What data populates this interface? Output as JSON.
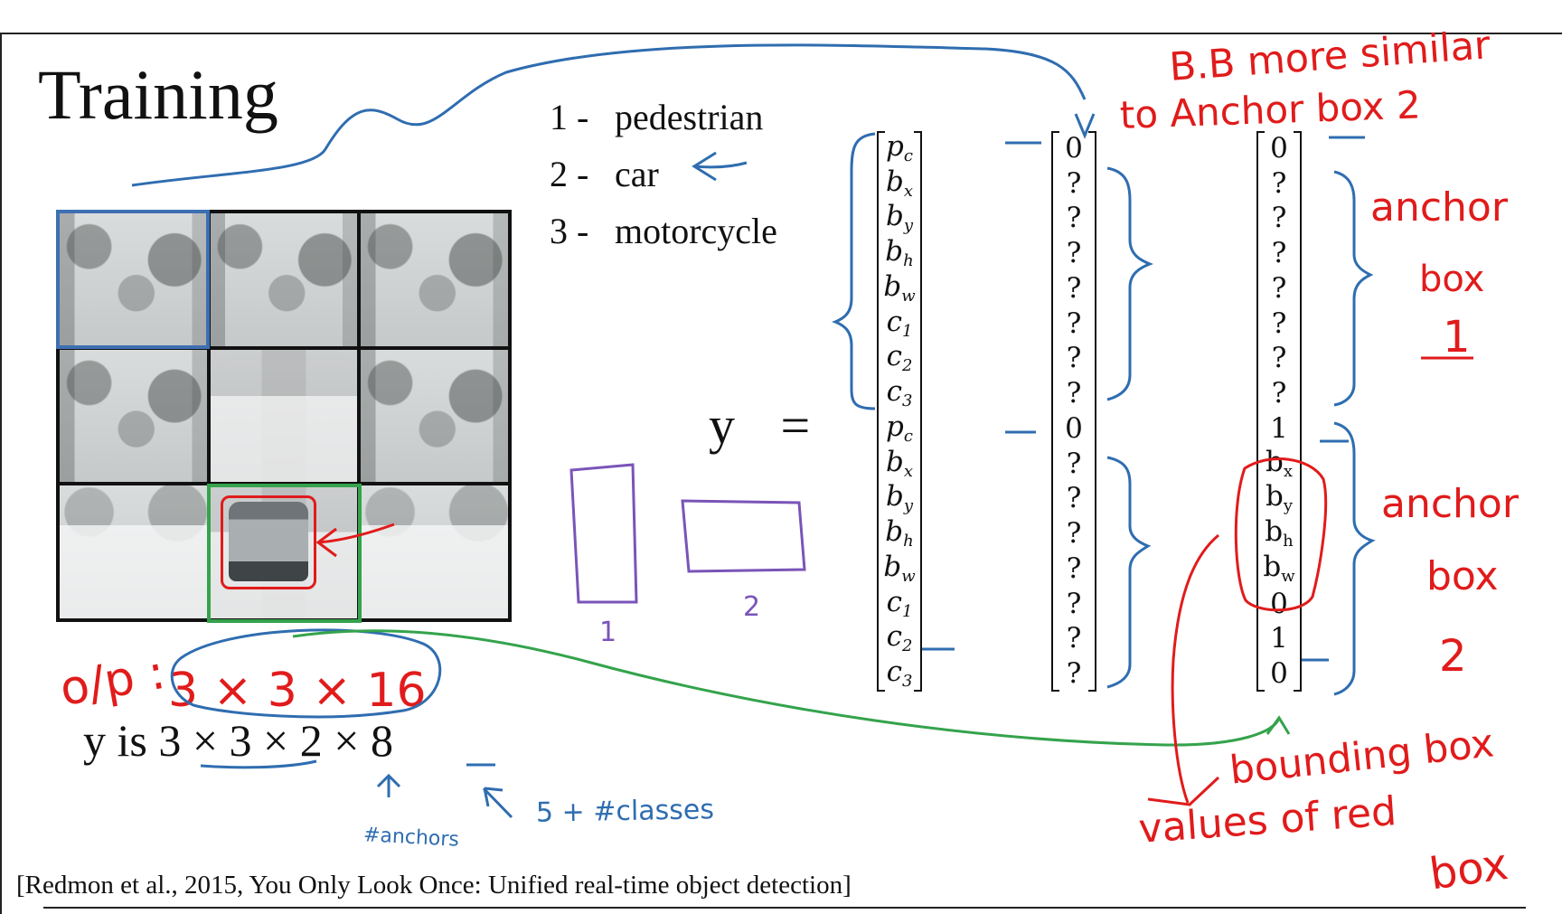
{
  "slide": {
    "title": "Training",
    "classes": [
      {
        "num": "1 -",
        "label": "pedestrian"
      },
      {
        "num": "2 -",
        "label": "car"
      },
      {
        "num": "3 -",
        "label": "motorcycle"
      }
    ],
    "equation": "y  =",
    "y_statement": "y  is 3 × 3 × 2 × 8",
    "citation": "[Redmon et al., 2015, You Only Look Once: Unified real-time object detection]"
  },
  "vectors": {
    "labels": [
      {
        "main": "p",
        "sub": "c"
      },
      {
        "main": "b",
        "sub": "x"
      },
      {
        "main": "b",
        "sub": "y"
      },
      {
        "main": "b",
        "sub": "h"
      },
      {
        "main": "b",
        "sub": "w"
      },
      {
        "main": "c",
        "sub": "1"
      },
      {
        "main": "c",
        "sub": "2"
      },
      {
        "main": "c",
        "sub": "3"
      },
      {
        "main": "p",
        "sub": "c"
      },
      {
        "main": "b",
        "sub": "x"
      },
      {
        "main": "b",
        "sub": "y"
      },
      {
        "main": "b",
        "sub": "h"
      },
      {
        "main": "b",
        "sub": "w"
      },
      {
        "main": "c",
        "sub": "1"
      },
      {
        "main": "c",
        "sub": "2"
      },
      {
        "main": "c",
        "sub": "3"
      }
    ],
    "middle": [
      "0",
      "?",
      "?",
      "?",
      "?",
      "?",
      "?",
      "?",
      "0",
      "?",
      "?",
      "?",
      "?",
      "?",
      "?",
      "?"
    ],
    "right": [
      {
        "main": "0",
        "sub": ""
      },
      {
        "main": "?",
        "sub": ""
      },
      {
        "main": "?",
        "sub": ""
      },
      {
        "main": "?",
        "sub": ""
      },
      {
        "main": "?",
        "sub": ""
      },
      {
        "main": "?",
        "sub": ""
      },
      {
        "main": "?",
        "sub": ""
      },
      {
        "main": "?",
        "sub": ""
      },
      {
        "main": "1",
        "sub": ""
      },
      {
        "main": "b",
        "sub": "x"
      },
      {
        "main": "b",
        "sub": "y"
      },
      {
        "main": "b",
        "sub": "h"
      },
      {
        "main": "b",
        "sub": "w"
      },
      {
        "main": "0",
        "sub": ""
      },
      {
        "main": "1",
        "sub": ""
      },
      {
        "main": "0",
        "sub": ""
      }
    ]
  },
  "annotations": {
    "red": [
      "B.B more similar",
      "to Anchor box 2",
      "anchor",
      "box",
      "1",
      "anchor",
      "box",
      "2",
      "bounding box",
      "values of red",
      "box",
      "o/p :",
      "3 × 3 × 16"
    ],
    "blue": [
      "#anchors",
      "5 + #classes"
    ],
    "sketch": [
      "1",
      "2"
    ]
  },
  "colors": {
    "red": "#e11b1b",
    "blue": "#2f6db0",
    "green": "#34a34c",
    "purple": "#7a54b8",
    "grid": "#111111"
  }
}
